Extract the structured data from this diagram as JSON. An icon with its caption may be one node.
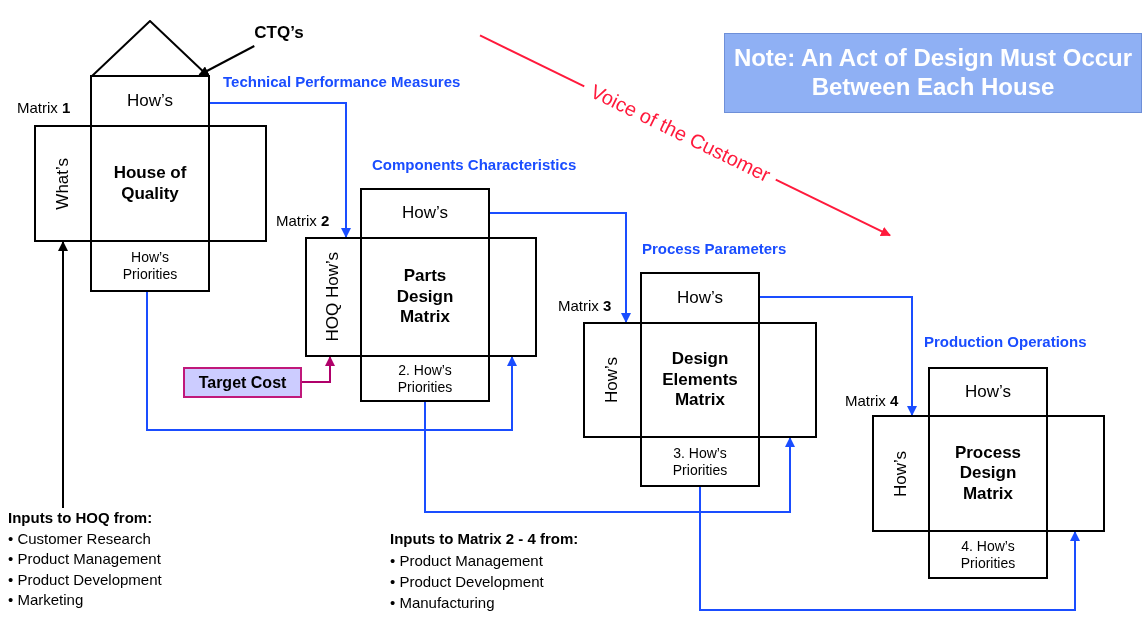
{
  "diagram": {
    "nodes": [
      {
        "text": [],
        "shape": "triangle"
      },
      {
        "text": [
          "How’s"
        ],
        "beside": [
          "Technical Performance Measures"
        ]
      },
      {
        "text": [
          "What’s"
        ]
      },
      {
        "text": [
          "House of Quality"
        ]
      },
      {
        "text": [],
        "shape": "box"
      },
      {
        "text": [
          "How’s Priorities"
        ]
      },
      {
        "text": [
          "CTQ’s"
        ]
      },
      {
        "text": [
          "Note: An Act of Design Must Occur Between Each House"
        ]
      },
      {
        "text": [
          "How’s"
        ],
        "beside": [
          "Components Characteristics"
        ]
      },
      {
        "text": [
          "HOQ How’s"
        ]
      },
      {
        "text": [
          "Parts Design Matrix"
        ]
      },
      {
        "text": [],
        "shape": "box"
      },
      {
        "text": [
          "2. How’s Priorities"
        ]
      },
      {
        "text": [
          "Target Cost"
        ]
      },
      {
        "text": [
          "How’s"
        ],
        "beside": [
          "Process Parameters"
        ]
      },
      {
        "text": [
          "How’s"
        ]
      },
      {
        "text": [
          "Design Elements Matrix"
        ]
      },
      {
        "text": [],
        "shape": "box"
      },
      {
        "text": [
          "3. How’s Priorities"
        ]
      },
      {
        "text": [
          "How’s"
        ],
        "beside": [
          "Production Operations"
        ]
      },
      {
        "text": [
          "How’s"
        ]
      },
      {
        "text": [
          "Process Design Matrix"
        ]
      },
      {
        "text": [],
        "shape": "box"
      },
      {
        "text": [
          "4. How’s Priorities"
        ]
      },
      {
        "text": [
          "Inputs to HOQ from:",
          "• Customer Research",
          "• Product Management",
          "• Product Development",
          "• Marketing"
        ]
      }
    ],
    "edges": [
      {
        "from": 6,
        "to": 1,
        "arrow": "to",
        "color": "#000000"
      },
      {
        "from": 1,
        "to": 9,
        "arrow": "to"
      },
      {
        "from": 8,
        "to": 15,
        "arrow": "to"
      },
      {
        "from": 14,
        "to": 20,
        "arrow": "to"
      },
      {
        "from": 5,
        "to": 11,
        "arrow": "to"
      },
      {
        "from": 12,
        "to": 17,
        "arrow": "to"
      },
      {
        "from": 18,
        "to": 22,
        "arrow": "to"
      },
      {
        "from": 13,
        "to": 9,
        "arrow": "to",
        "color": "#b0006a"
      },
      {
        "from": 24,
        "to": 2,
        "arrow": "to",
        "color": "#000000"
      }
    ],
    "labels": [
      "Matrix **1**",
      "Voice of the Customer",
      "Matrix **2**",
      "Matrix **3**",
      "Matrix **4**",
      "Inputs to Matrix 2 - 4 from:",
      "• Product Management",
      "• Product Development",
      "• Manufacturing"
    ]
  }
}
